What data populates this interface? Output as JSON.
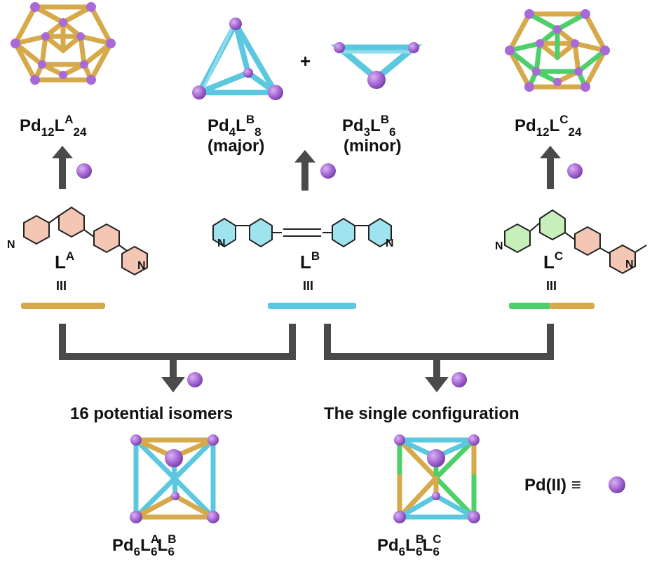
{
  "colors": {
    "orange_ligand": "#d6a94b",
    "cyan_ligand": "#5bc8df",
    "green_ligand": "#4fcf6a",
    "palladium": "#a86ad6",
    "arrow": "#4a4a4a"
  },
  "top": {
    "left": {
      "base": "Pd",
      "sub1": "12",
      "mid": "L",
      "sup": "A",
      "sub2": "24"
    },
    "center_major": {
      "base": "Pd",
      "sub1": "4",
      "mid": "L",
      "sup": "B",
      "sub2": "8",
      "note": "(major)"
    },
    "plus": "+",
    "center_minor": {
      "base": "Pd",
      "sub1": "3",
      "mid": "L",
      "sup": "B",
      "sub2": "6",
      "note": "(minor)"
    },
    "right": {
      "base": "Pd",
      "sub1": "12",
      "mid": "L",
      "sup": "C",
      "sub2": "24"
    }
  },
  "ligands": {
    "A": {
      "letter": "L",
      "sup": "A",
      "equiv": "III",
      "atom": "N"
    },
    "B": {
      "letter": "L",
      "sup": "B",
      "equiv": "III",
      "atom": "N"
    },
    "C": {
      "letter": "L",
      "sup": "C",
      "equiv": "III",
      "atom": "N"
    }
  },
  "bottom": {
    "left_caption": "16 potential isomers",
    "right_caption": "The single configuration",
    "left_formula": {
      "p1": "Pd",
      "s1": "6",
      "p2": "L",
      "u2": "A",
      "s2": "6",
      "p3": "L",
      "u3": "B",
      "s3": "6"
    },
    "right_formula": {
      "p1": "Pd",
      "s1": "6",
      "p2": "L",
      "u2": "B",
      "s2": "6",
      "p3": "L",
      "u3": "C",
      "s3": "6"
    }
  },
  "legend": {
    "text": "Pd(II) ≡"
  }
}
